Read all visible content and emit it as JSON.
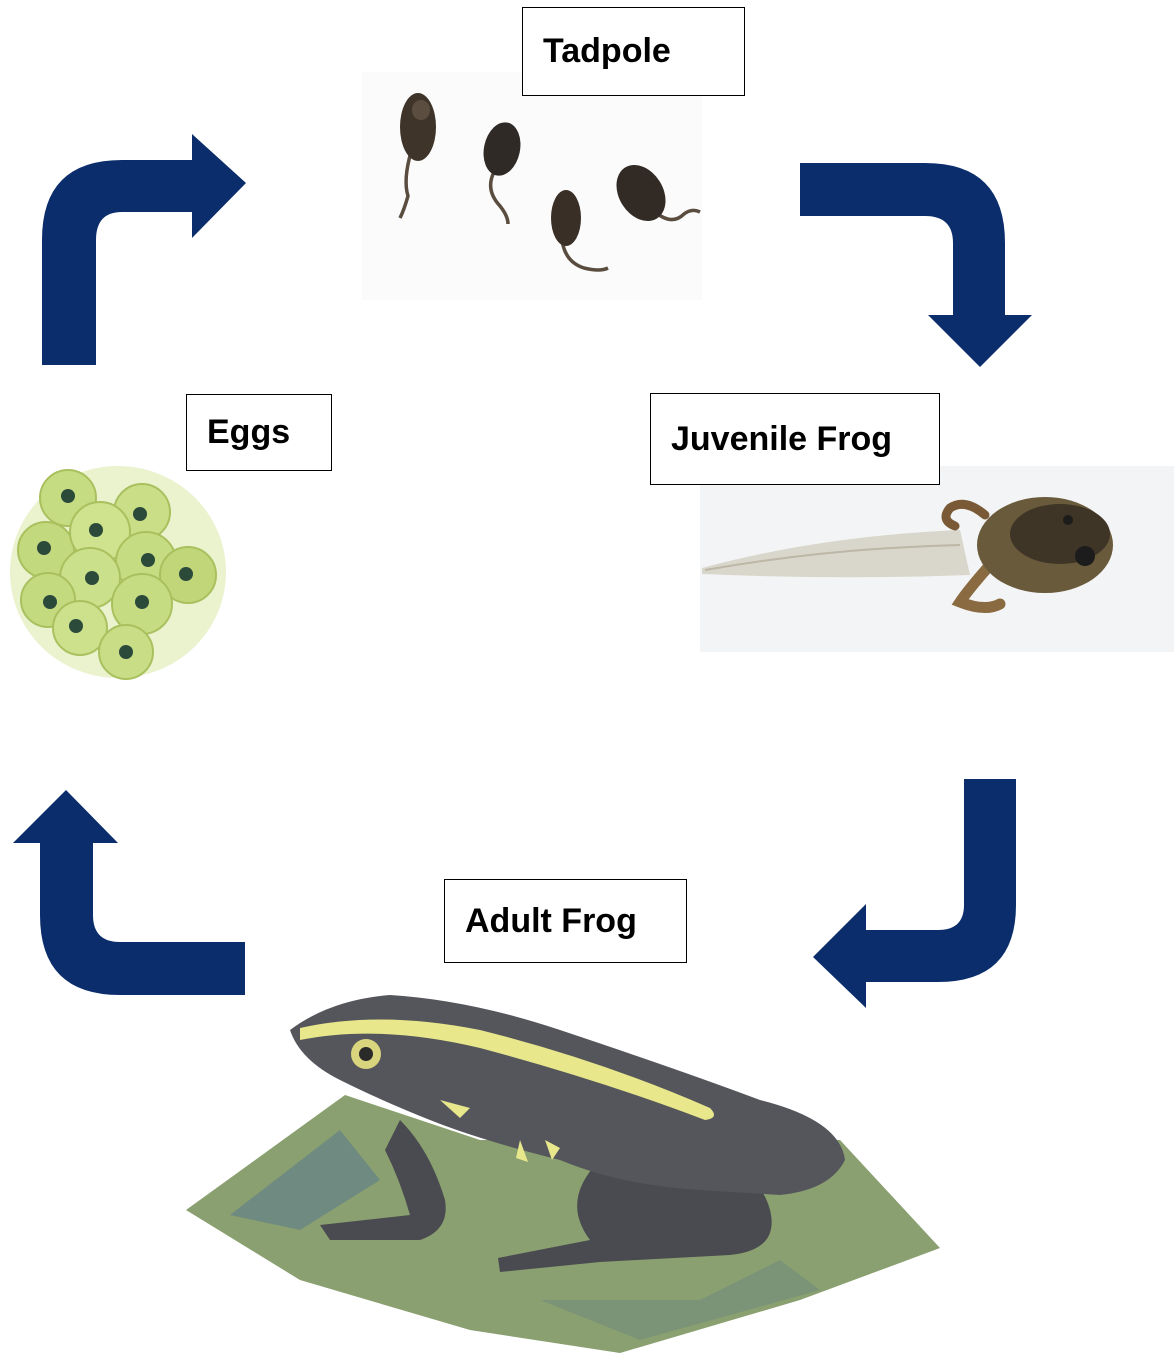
{
  "stages": {
    "tadpole": "Tadpole",
    "eggs": "Eggs",
    "juvenile": "Juvenile Frog",
    "adult": "Adult Frog"
  },
  "colors": {
    "arrow": "#0b2d6b",
    "egg": "#c6dc82",
    "tadpole": "#3e342a",
    "frog_body": "#55565c",
    "frog_stripe": "#e8e78c",
    "leaf": "#8aa070"
  }
}
